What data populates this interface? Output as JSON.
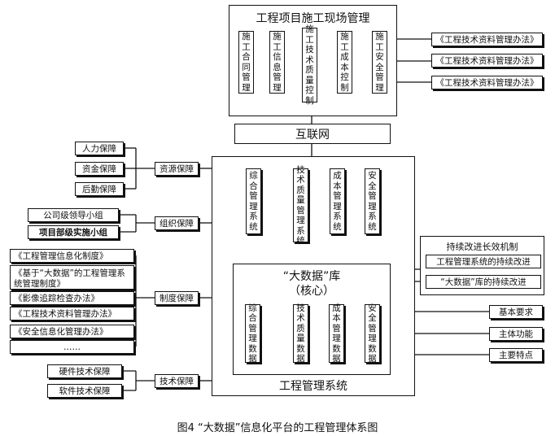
{
  "site_box": {
    "title": "工程项目施工现场管理",
    "modules": [
      "施工合同管理",
      "施工信息管理",
      "施工技术质量控制",
      "施工成本控制",
      "施工安全管理"
    ]
  },
  "site_refs": [
    "《工程技术资料管理办法》",
    "《工程技术资料管理办法》",
    "《工程技术资料管理办法》"
  ],
  "internet": "互联网",
  "system": {
    "title": "工程管理系统",
    "top_modules": [
      "综合管理系统",
      "技术质量管理系统",
      "成本管理系统",
      "安全管理系统"
    ],
    "core_title": "“大数据”库",
    "core_subtitle": "（核心）",
    "core_modules": [
      "综合管理数据",
      "技术质量数据",
      "成本管理数据",
      "安全管理数据"
    ]
  },
  "resource": {
    "label": "资源保障",
    "items": [
      "人力保障",
      "资金保障",
      "后勤保障"
    ]
  },
  "organization": {
    "label": "组织保障",
    "items": [
      "公司级领导小组",
      "项目部级实施小组"
    ]
  },
  "institution": {
    "label": "制度保障",
    "items": [
      "《工程管理信息化制度》",
      "《基于“大数据”的工程管理系统管理制度》",
      "《影像追踪检查办法》",
      "《工程技术资料管理办法》",
      "《安全信息化管理办法》",
      "……"
    ]
  },
  "technology": {
    "label": "技术保障",
    "items": [
      "硬件技术保障",
      "软件技术保障"
    ]
  },
  "mechanism": {
    "title": "持续改进长效机制",
    "items": [
      "工程管理系统的持续改进",
      "“大数据”库的持续改进"
    ]
  },
  "right_labels": [
    "基本要求",
    "主体功能",
    "主要特点"
  ],
  "caption": "图4 “大数据”信息化平台的工程管理体系图"
}
